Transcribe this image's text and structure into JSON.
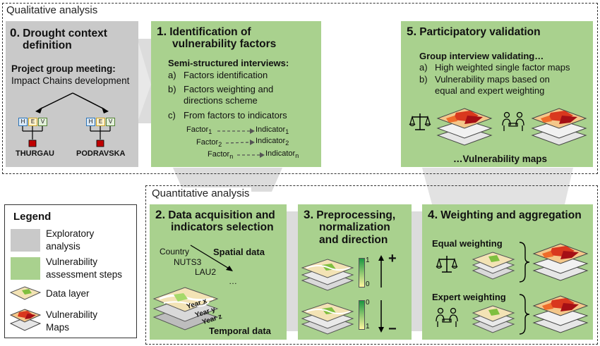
{
  "frames": {
    "qualitative_label": "Qualitative analysis",
    "quantitative_label": "Quantitative analysis"
  },
  "step0": {
    "num": "0.",
    "title_line1": "Drought context",
    "title_line2": "definition",
    "meeting_bold": "Project group meeting:",
    "meeting_text": "Impact Chains development",
    "hev_letters": [
      "H",
      "E",
      "V"
    ],
    "region_left": "THURGAU",
    "region_right": "PODRAVSKA"
  },
  "step1": {
    "num": "1.",
    "title_line1": "Identification of",
    "title_line2": "vulnerability factors",
    "subtitle": "Semi-structured interviews:",
    "items": [
      {
        "k": "a)",
        "line1": "Factors identification",
        "line2": ""
      },
      {
        "k": "b)",
        "line1": "Factors weighting and",
        "line2": "directions scheme"
      },
      {
        "k": "c)",
        "line1": "From factors to indicators",
        "line2": ""
      }
    ],
    "mapping": [
      {
        "factor": "Factor",
        "fsub": "1",
        "indicator": "Indicator",
        "isub": "1"
      },
      {
        "factor": "Factor",
        "fsub": "2",
        "indicator": "Indicator",
        "isub": "2"
      },
      {
        "factor": "Factor",
        "fsub": "n",
        "indicator": "Indicator",
        "isub": "n"
      }
    ]
  },
  "step5": {
    "num": "5.",
    "title": "Participatory validation",
    "subtitle": "Group interview validating…",
    "items": [
      {
        "k": "a)",
        "line1": "High weighted single factor maps",
        "line2": ""
      },
      {
        "k": "b)",
        "line1": "Vulnerability maps based on",
        "line2": "equal and expert weighting"
      }
    ],
    "footer": "…Vulnerability maps"
  },
  "step2": {
    "num": "2.",
    "title_line1": "Data acquisition and",
    "title_line2": "indicators selection",
    "levels": [
      "Country",
      "NUTS3",
      "LAU2",
      "…"
    ],
    "spatial": "Spatial data",
    "temporal": "Temporal data",
    "years": [
      "Year x",
      "Year y",
      "Year z"
    ]
  },
  "step3": {
    "num": "3.",
    "title_line1": "Preprocessing,",
    "title_line2": "normalization",
    "title_line3": "and direction",
    "scale_top": [
      "1",
      "0"
    ],
    "scale_bottom": [
      "0",
      "1"
    ],
    "plus": "+",
    "minus": "−"
  },
  "step4": {
    "num": "4.",
    "title": "Weighting and aggregation",
    "equal": "Equal weighting",
    "expert": "Expert weighting"
  },
  "legend": {
    "title": "Legend",
    "items": [
      {
        "line1": "Exploratory",
        "line2": "analysis"
      },
      {
        "line1": "Vulnerability",
        "line2": "assessment steps"
      },
      {
        "line1": "Data layer",
        "line2": ""
      },
      {
        "line1": "Vulnerability",
        "line2": "Maps"
      }
    ]
  },
  "colors": {
    "green": "#a9d18e",
    "grey": "#c9c9c9",
    "flow": "#d9d9d9",
    "impact_red": "#c00000"
  }
}
